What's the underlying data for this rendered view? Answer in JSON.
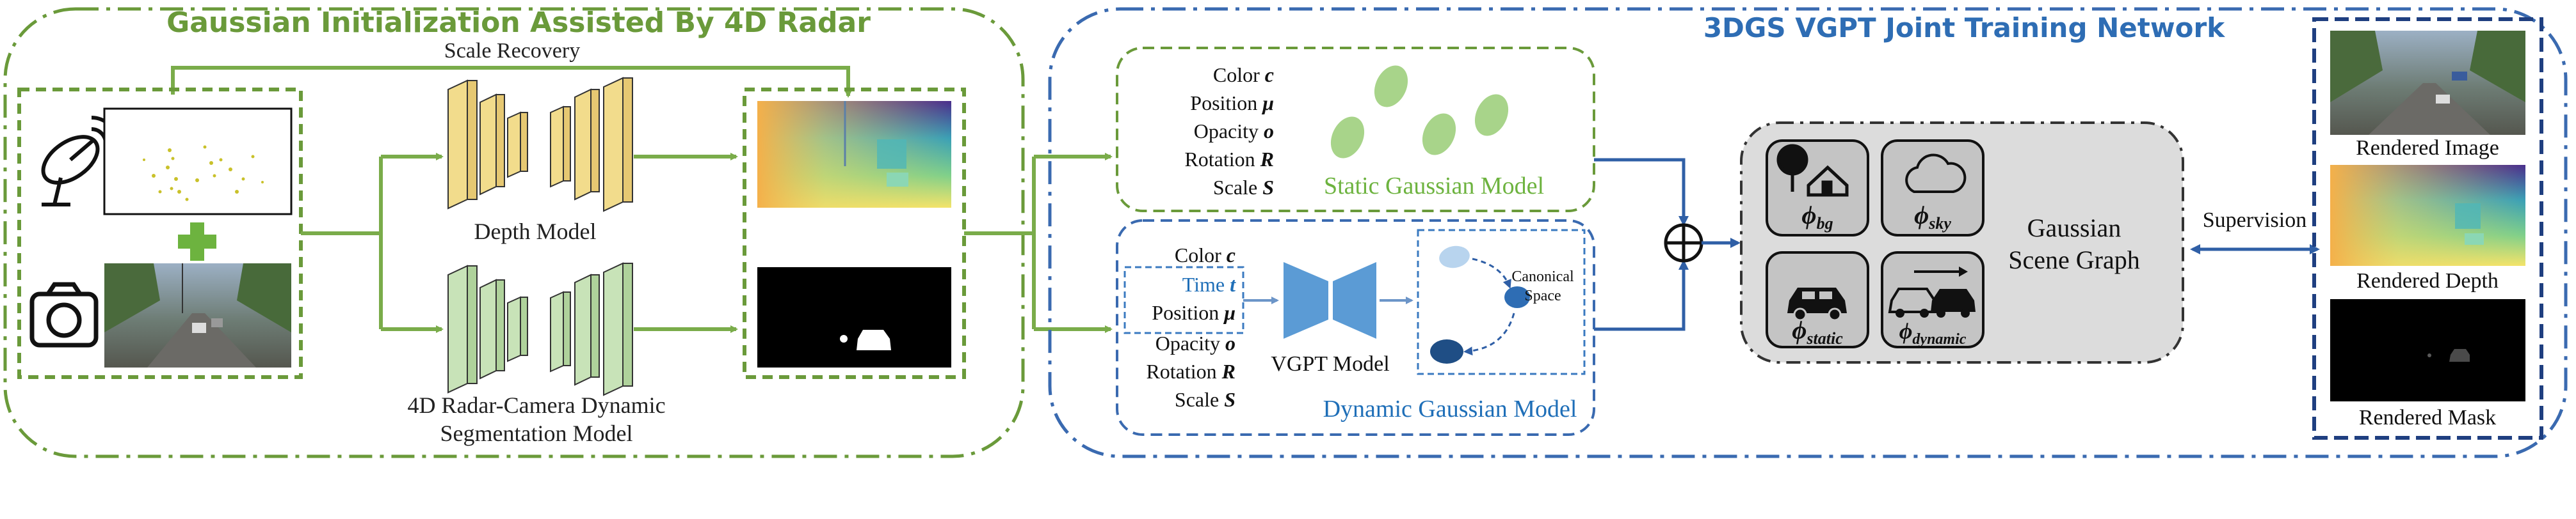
{
  "left_panel": {
    "title": "Gaussian Initialization Assisted By 4D Radar",
    "scale_recovery": "Scale Recovery",
    "depth_model": "Depth Model",
    "seg_model_line1": "4D Radar-Camera Dynamic",
    "seg_model_line2": "Segmentation Model"
  },
  "right_panel": {
    "title": "3DGS VGPT Joint Training Network",
    "static_model": {
      "attributes": [
        {
          "name": "Color",
          "symbol": "c"
        },
        {
          "name": "Position",
          "symbol": "μ"
        },
        {
          "name": "Opacity",
          "symbol": "o"
        },
        {
          "name": "Rotation",
          "symbol": "R"
        },
        {
          "name": "Scale",
          "symbol": "S"
        }
      ],
      "label": "Static Gaussian Model"
    },
    "dynamic_model": {
      "attributes": [
        {
          "name": "Color",
          "symbol": "c"
        },
        {
          "name": "Time",
          "symbol": "t"
        },
        {
          "name": "Position",
          "symbol": "μ"
        },
        {
          "name": "Opacity",
          "symbol": "o"
        },
        {
          "name": "Rotation",
          "symbol": "R"
        },
        {
          "name": "Scale",
          "symbol": "S"
        }
      ],
      "vgpt_label": "VGPT Model",
      "canonical_line1": "Canonical",
      "canonical_line2": "Space",
      "label": "Dynamic Gaussian Model"
    },
    "scene_graph": {
      "label_line1": "Gaussian",
      "label_line2": "Scene Graph",
      "nodes": [
        {
          "phi": "ϕ",
          "sub": "bg",
          "icon": "tree-house-icon"
        },
        {
          "phi": "ϕ",
          "sub": "sky",
          "icon": "cloud-icon"
        },
        {
          "phi": "ϕ",
          "sub": "static",
          "icon": "car-icon"
        },
        {
          "phi": "ϕ",
          "sub": "dynamic",
          "icon": "moving-cars-icon"
        }
      ]
    },
    "supervision": "Supervision",
    "outputs": [
      "Rendered Image",
      "Rendered Depth",
      "Rendered Mask"
    ]
  },
  "colors": {
    "green": "#6a9a3a",
    "green_arrow": "#7aac4a",
    "blue": "#3a6ab0",
    "blue_text": "#2e6db4",
    "depth_yellow": "#f2dc8c",
    "seg_green": "#c8e3b8",
    "static_gauss": "#a8d48a",
    "vgpt_blue": "#5b9bd5",
    "dyn_text": "#1f6fb8"
  }
}
